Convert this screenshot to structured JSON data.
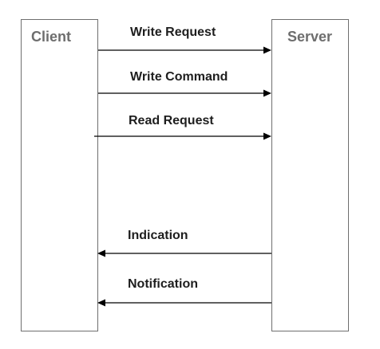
{
  "lanes": {
    "client": {
      "label": "Client"
    },
    "server": {
      "label": "Server"
    }
  },
  "messages": [
    {
      "label": "Write Request",
      "direction": "client-to-server"
    },
    {
      "label": "Write Command",
      "direction": "client-to-server"
    },
    {
      "label": "Read Request",
      "direction": "client-to-server"
    },
    {
      "label": "Indication",
      "direction": "server-to-client"
    },
    {
      "label": "Notification",
      "direction": "server-to-client"
    }
  ],
  "colors": {
    "lane_border": "#6f6f6f",
    "lane_title": "#6e6e6e",
    "label_text": "#1e1e1e",
    "arrow": "#000000"
  }
}
